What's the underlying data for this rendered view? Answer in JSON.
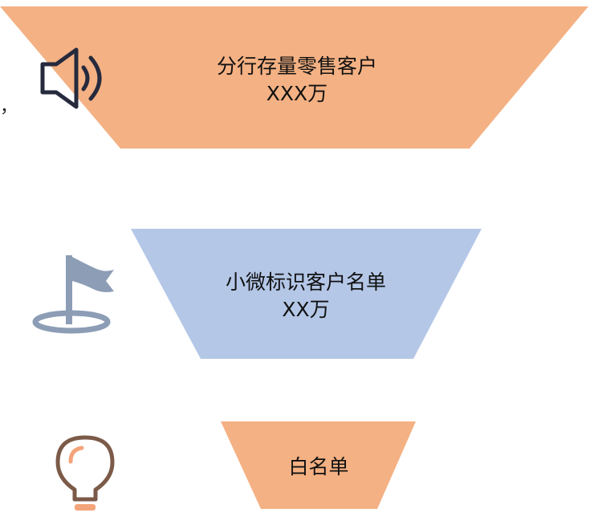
{
  "funnel": {
    "stages": [
      {
        "title": "分行存量零售客户",
        "value": "XXX万",
        "icon": "speaker-icon",
        "color": "#F4B183"
      },
      {
        "title": "小微标识客户名单",
        "value": "XX万",
        "icon": "flag-icon",
        "color": "#B4C7E7"
      },
      {
        "title": "白名单",
        "icon": "lightbulb-icon",
        "color": "#F4B183"
      }
    ]
  },
  "stray_mark": "，",
  "colors": {
    "orange_fill": "#F4B183",
    "blue_fill": "#B4C7E7",
    "speaker_stroke": "#262A3D",
    "flag_fill": "#8C9DB5",
    "bulb_stroke": "#7B5A48",
    "bulb_accent": "#F4A47A"
  }
}
